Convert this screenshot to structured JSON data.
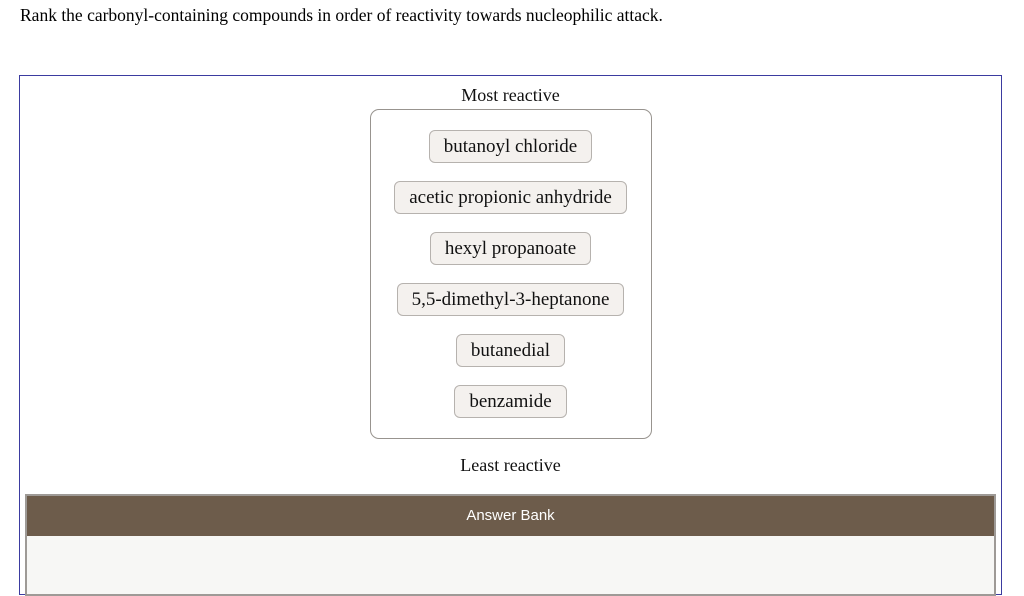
{
  "question": {
    "text": "Rank the carbonyl-containing compounds in order of reactivity towards nucleophilic attack."
  },
  "ranking": {
    "most_label": "Most reactive",
    "least_label": "Least reactive",
    "items": [
      "butanoyl chloride",
      "acetic propionic anhydride",
      "hexyl propanoate",
      "5,5-dimethyl-3-heptanone",
      "butanedial",
      "benzamide"
    ]
  },
  "answer_bank": {
    "title": "Answer Bank"
  },
  "colors": {
    "panel_border": "#3b3ba0",
    "container_border": "#98948f",
    "item_bg": "#f4f1ee",
    "item_border": "#b6b2ae",
    "bank_header_bg": "#6d5c4b",
    "bank_header_text": "#ffffff",
    "bank_body_bg": "#f7f7f5"
  }
}
